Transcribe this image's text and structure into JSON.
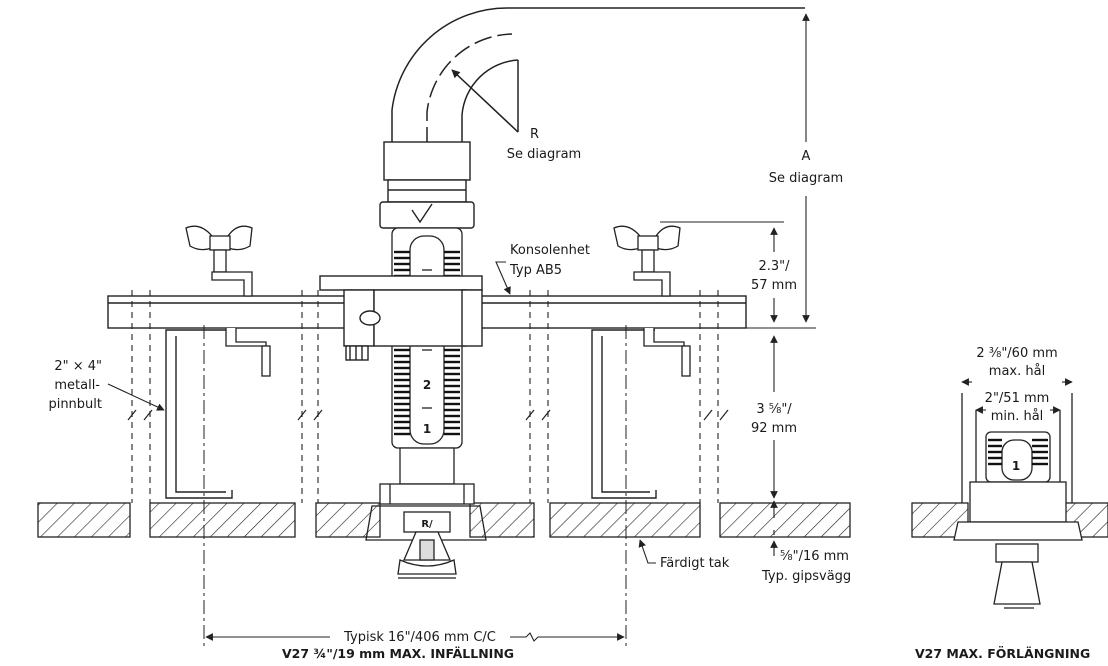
{
  "labels": {
    "r": "R",
    "r_sub": "Se diagram",
    "a": "A",
    "a_sub": "Se diagram",
    "bracket_1": "Konsolenhet",
    "bracket_2": "Typ AB5",
    "dim_23_1": "2.3\"/",
    "dim_23_2": "57 mm",
    "stud_1": "2\" × 4\"",
    "stud_2": "metall-",
    "stud_3": "pinnbult",
    "dim_358_1": "3 ⅝\"/",
    "dim_358_2": "92 mm",
    "ceiling": "Färdigt tak",
    "gyp_1": "⅝\"/16 mm",
    "gyp_2": "Typ. gipsvägg",
    "spacing": "Typisk 16\"/406 mm C/C",
    "max_hole_1": "2 ⅜\"/60 mm",
    "max_hole_2": "max. hål",
    "min_hole_1": "2\"/51 mm",
    "min_hole_2": "min. hål",
    "mark_1": "1",
    "mark_2": "2"
  },
  "captions": {
    "left": "V27 ¾\"/19 mm MAX. INFÄLLNING",
    "right": "V27 MAX. FÖRLÄNGNING"
  }
}
